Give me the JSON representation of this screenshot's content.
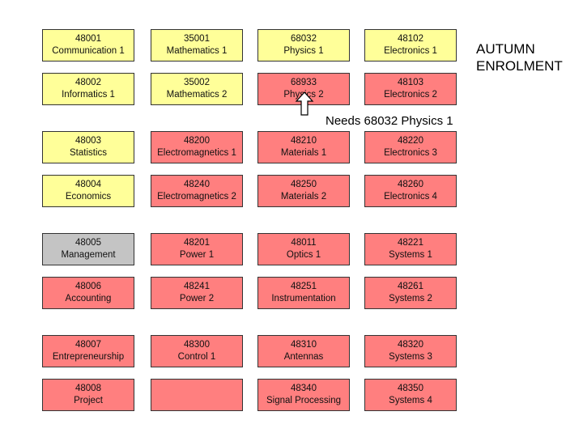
{
  "title_line1": "AUTUMN",
  "title_line2": "ENROLMENT",
  "note": "Needs 68032 Physics 1",
  "colors": {
    "yellow": "#ffff99",
    "red": "#ff7f7f",
    "gray": "#c4c4c4",
    "border": "#333333"
  },
  "rows": [
    [
      {
        "code": "48001",
        "name": "Communication 1",
        "color": "yellow"
      },
      {
        "code": "35001",
        "name": "Mathematics 1",
        "color": "yellow"
      },
      {
        "code": "68032",
        "name": "Physics 1",
        "color": "yellow"
      },
      {
        "code": "48102",
        "name": "Electronics 1",
        "color": "yellow"
      }
    ],
    [
      {
        "code": "48002",
        "name": "Informatics 1",
        "color": "yellow"
      },
      {
        "code": "35002",
        "name": "Mathematics 2",
        "color": "yellow"
      },
      {
        "code": "68933",
        "name": "Physics 2",
        "color": "red"
      },
      {
        "code": "48103",
        "name": "Electronics 2",
        "color": "red"
      }
    ],
    [
      {
        "code": "48003",
        "name": "Statistics",
        "color": "yellow"
      },
      {
        "code": "48200",
        "name": "Electromagnetics 1",
        "color": "red"
      },
      {
        "code": "48210",
        "name": "Materials 1",
        "color": "red"
      },
      {
        "code": "48220",
        "name": "Electronics 3",
        "color": "red"
      }
    ],
    [
      {
        "code": "48004",
        "name": "Economics",
        "color": "yellow"
      },
      {
        "code": "48240",
        "name": "Electromagnetics 2",
        "color": "red"
      },
      {
        "code": "48250",
        "name": "Materials 2",
        "color": "red"
      },
      {
        "code": "48260",
        "name": "Electronics 4",
        "color": "red"
      }
    ],
    [
      {
        "code": "48005",
        "name": "Management",
        "color": "gray"
      },
      {
        "code": "48201",
        "name": "Power 1",
        "color": "red"
      },
      {
        "code": "48011",
        "name": "Optics 1",
        "color": "red"
      },
      {
        "code": "48221",
        "name": "Systems 1",
        "color": "red"
      }
    ],
    [
      {
        "code": "48006",
        "name": "Accounting",
        "color": "red"
      },
      {
        "code": "48241",
        "name": "Power 2",
        "color": "red"
      },
      {
        "code": "48251",
        "name": "Instrumentation",
        "color": "red"
      },
      {
        "code": "48261",
        "name": "Systems 2",
        "color": "red"
      }
    ],
    [
      {
        "code": "48007",
        "name": "Entrepreneurship",
        "color": "red"
      },
      {
        "code": "48300",
        "name": "Control 1",
        "color": "red"
      },
      {
        "code": "48310",
        "name": "Antennas",
        "color": "red"
      },
      {
        "code": "48320",
        "name": "Systems  3",
        "color": "red"
      }
    ],
    [
      {
        "code": "48008",
        "name": "Project",
        "color": "red"
      },
      {
        "code": "",
        "name": "",
        "color": "red"
      },
      {
        "code": "48340",
        "name": "Signal Processing",
        "color": "red"
      },
      {
        "code": "48350",
        "name": "Systems 4",
        "color": "red"
      }
    ]
  ]
}
